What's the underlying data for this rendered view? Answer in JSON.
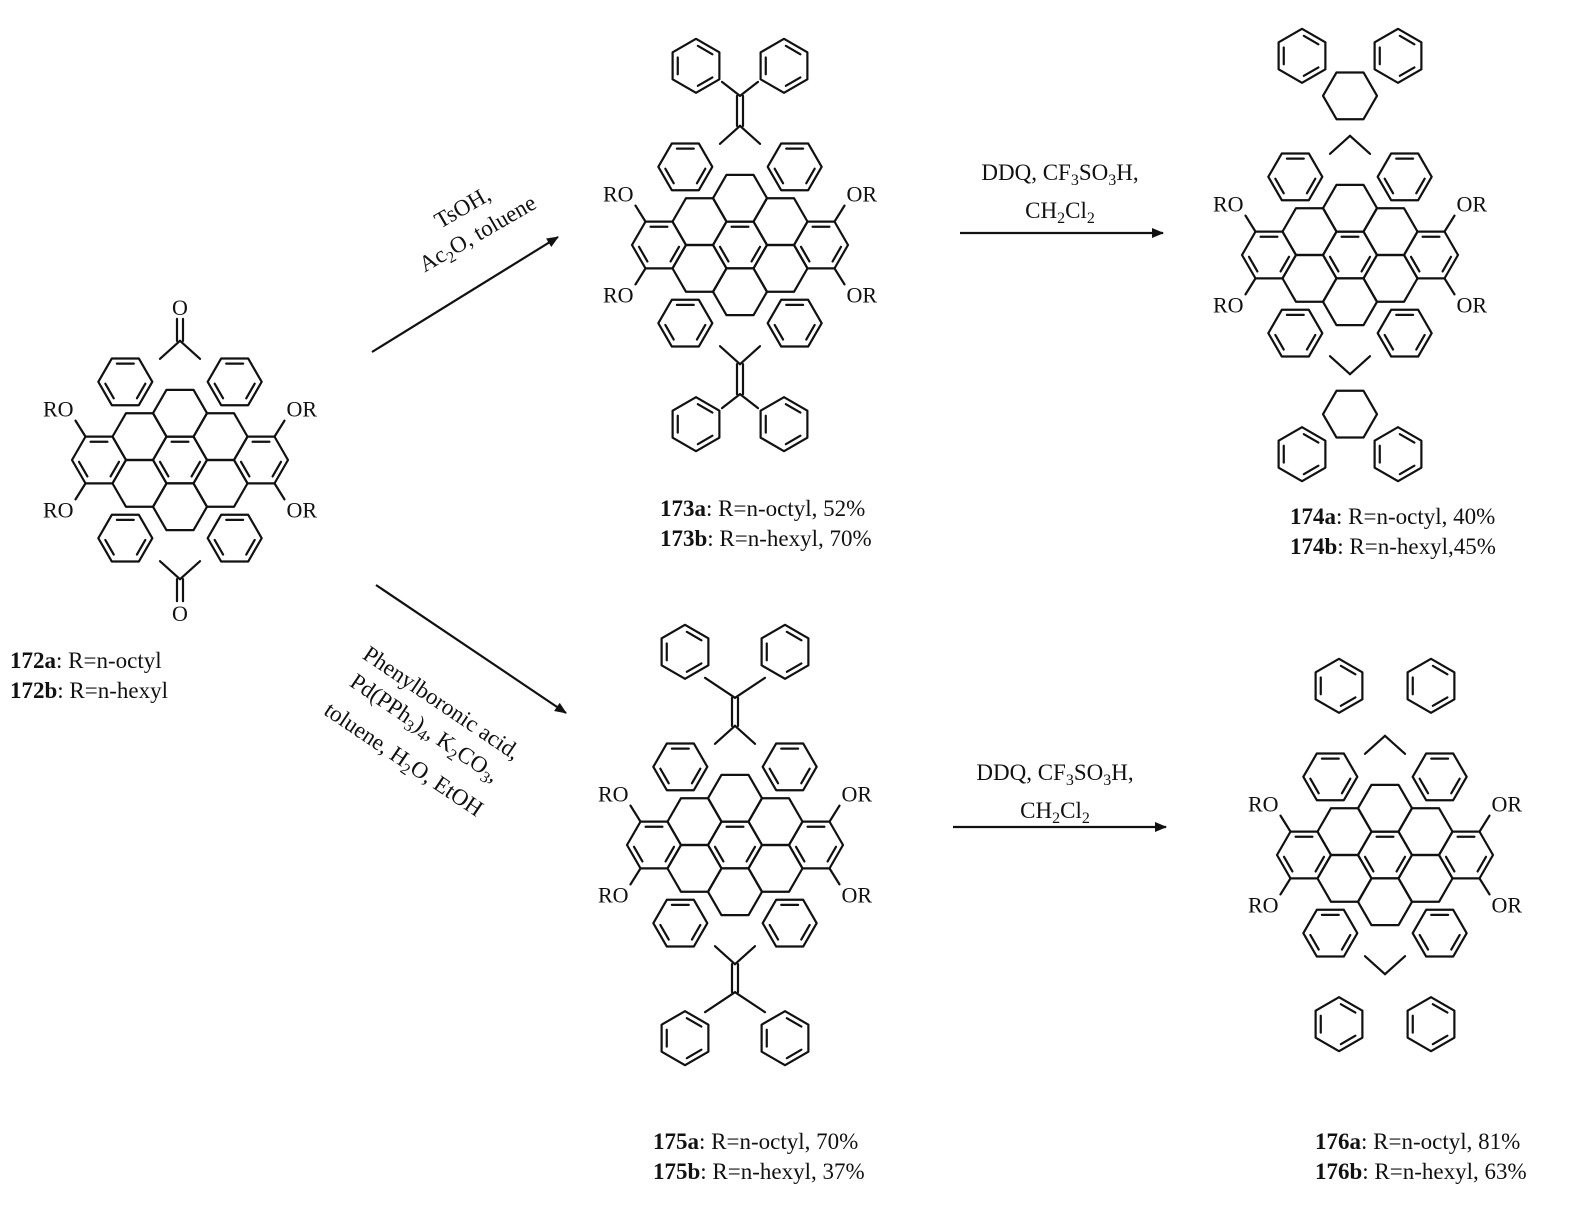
{
  "substituent": "OR",
  "substituent_left": "RO",
  "carbonyl": "O",
  "reactions": {
    "top": {
      "line1": "TsOH,",
      "line2_a": "Ac",
      "line2_sub": "2",
      "line2_b": "O, toluene"
    },
    "bottom": {
      "line1": "Phenylboronic acid,",
      "line2_a": "Pd(PPh",
      "line2_sub1": "3",
      "line2_b": ")",
      "line2_sub2": "4",
      "line2_c": ", K",
      "line2_sub3": "2",
      "line2_d": "CO",
      "line2_sub4": "3",
      "line2_e": ",",
      "line3_a": "toluene, H",
      "line3_sub": "2",
      "line3_b": "O, EtOH"
    },
    "oxidation": {
      "line1_a": "DDQ, CF",
      "line1_sub1": "3",
      "line1_b": "SO",
      "line1_sub2": "3",
      "line1_c": "H,",
      "line2_a": "CH",
      "line2_sub1": "2",
      "line2_b": "Cl",
      "line2_sub2": "2"
    }
  },
  "compounds": [
    {
      "id_a": "172a",
      "text_a": ": R=n-octyl",
      "id_b": "172b",
      "text_b": ": R=n-hexyl"
    },
    {
      "id_a": "173a",
      "text_a": ": R=n-octyl, 52%",
      "id_b": "173b",
      "text_b": ": R=n-hexyl, 70%"
    },
    {
      "id_a": "174a",
      "text_a": ": R=n-octyl, 40%",
      "id_b": "174b",
      "text_b": ": R=n-hexyl,45%"
    },
    {
      "id_a": "175a",
      "text_a": ": R=n-octyl, 70%",
      "id_b": "175b",
      "text_b": ": R=n-hexyl, 37%"
    },
    {
      "id_a": "176a",
      "text_a": ": R=n-octyl, 81%",
      "id_b": "176b",
      "text_b": ": R=n-hexyl, 63%"
    }
  ]
}
